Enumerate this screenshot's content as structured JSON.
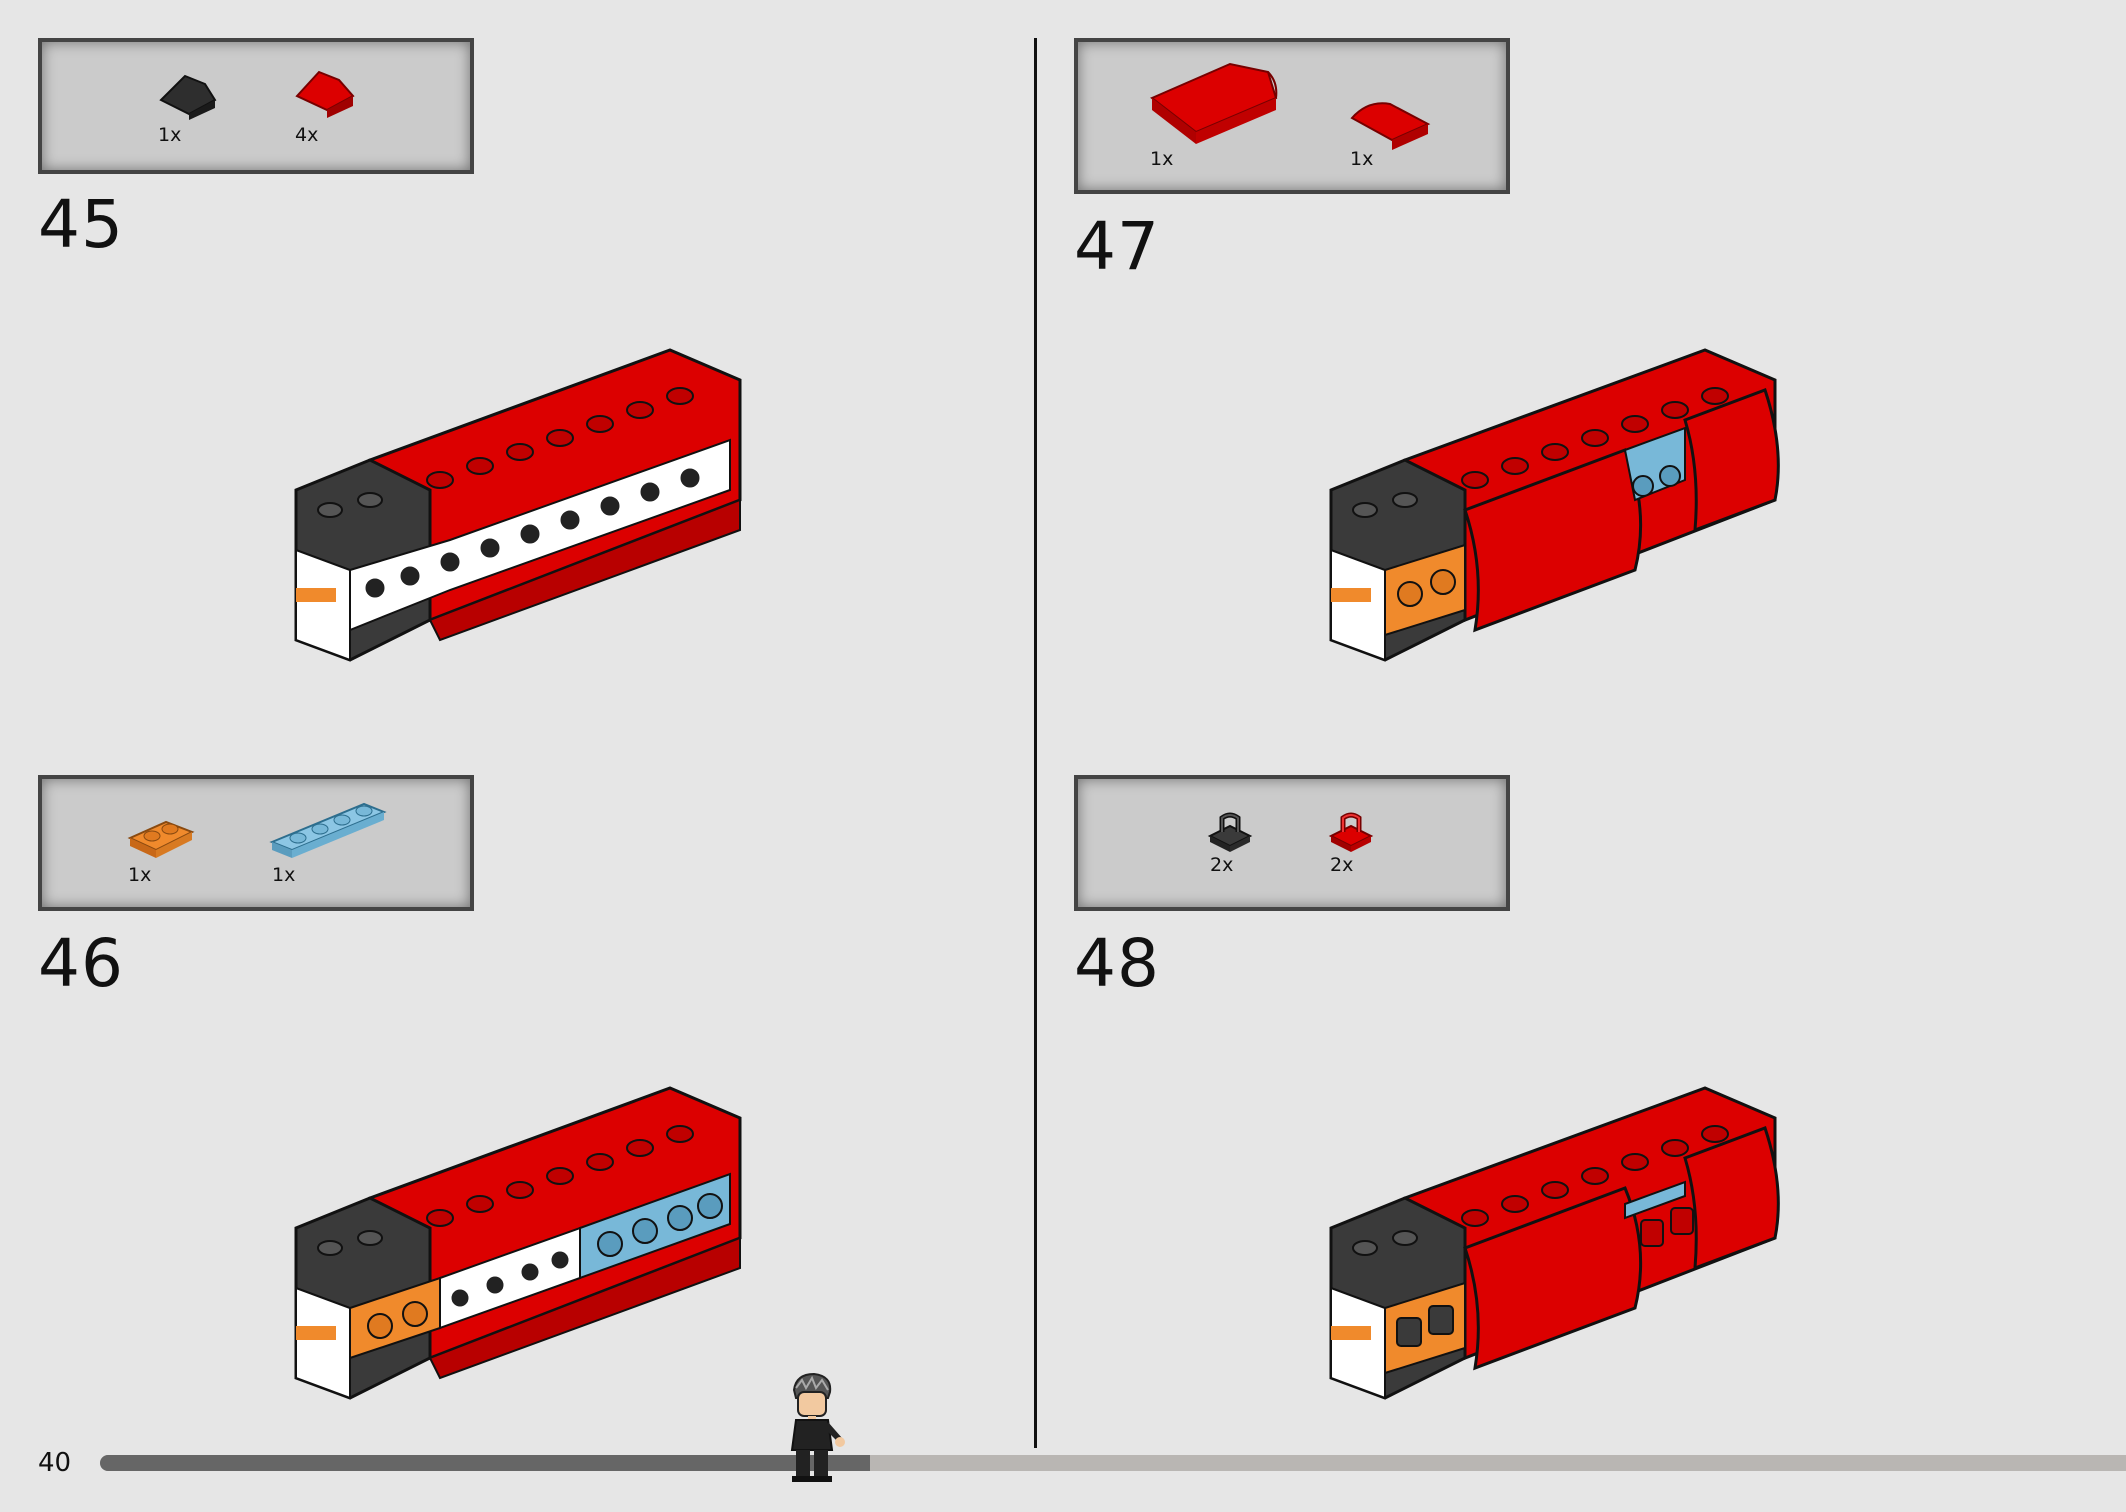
{
  "page": {
    "number": "40",
    "progress_fraction": 0.38
  },
  "colors": {
    "red": "#dc0000",
    "dark_gray": "#333333",
    "orange": "#f08a2c",
    "light_blue": "#78b8d8",
    "white": "#ffffff"
  },
  "steps": [
    {
      "number": "45",
      "parts": [
        {
          "icon": "dark-gray-slope-icon",
          "qty": "1x"
        },
        {
          "icon": "red-slope-icon",
          "qty": "4x"
        }
      ]
    },
    {
      "number": "46",
      "parts": [
        {
          "icon": "orange-plate-icon",
          "qty": "1x"
        },
        {
          "icon": "light-blue-plate-icon",
          "qty": "1x"
        }
      ]
    },
    {
      "number": "47",
      "parts": [
        {
          "icon": "red-curved-slope-large-icon",
          "qty": "1x"
        },
        {
          "icon": "red-curved-slope-small-icon",
          "qty": "1x"
        }
      ]
    },
    {
      "number": "48",
      "parts": [
        {
          "icon": "dark-gray-clip-plate-icon",
          "qty": "2x"
        },
        {
          "icon": "red-clip-plate-icon",
          "qty": "2x"
        }
      ]
    }
  ]
}
